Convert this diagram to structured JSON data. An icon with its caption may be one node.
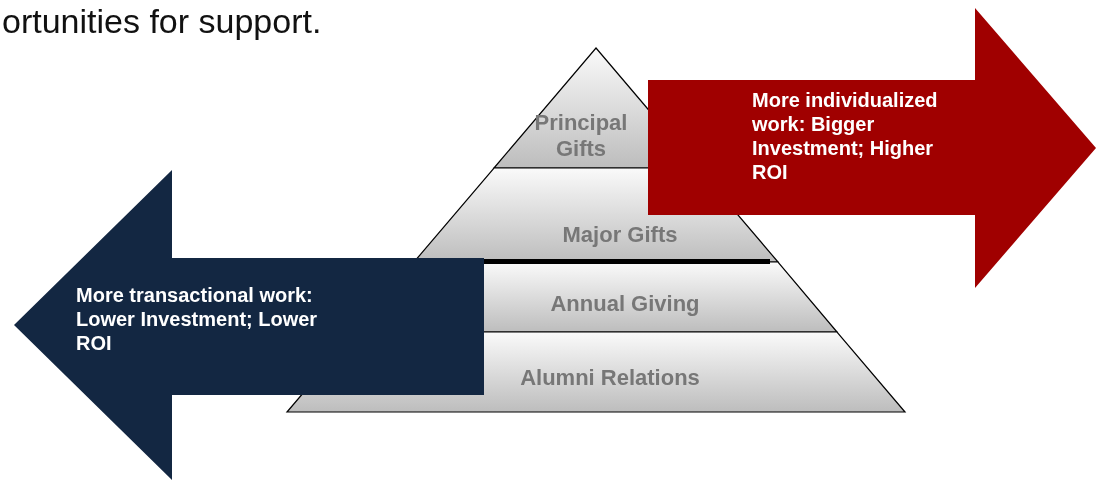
{
  "diagram": {
    "nodes": [
      {
        "text": [
          "More individualized work: Bigger Investment; Higher ROI"
        ]
      },
      {
        "text": [
          "Principal Gifts"
        ]
      },
      {
        "text": [
          "Major Gifts"
        ]
      },
      {
        "text": [
          "More transactional work: Lower Investment; Lower ROI"
        ]
      },
      {
        "text": [
          "Annual Giving"
        ]
      },
      {
        "text": [
          "Alumni Relations"
        ]
      }
    ],
    "labels": [
      "ortunities for support."
    ]
  }
}
